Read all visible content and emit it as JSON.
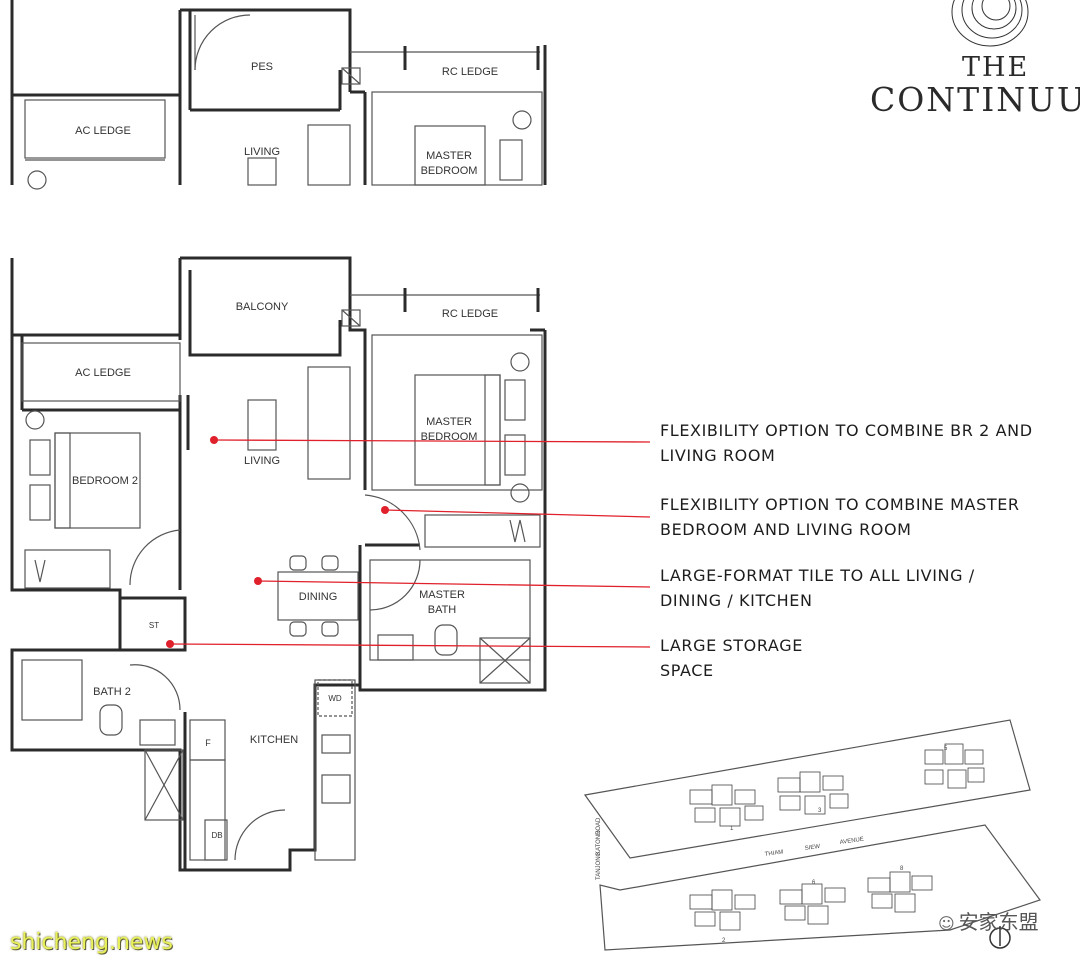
{
  "logo": {
    "line1": "THE",
    "line2": "CONTINUU"
  },
  "top_plan": {
    "rooms": [
      "PES",
      "RC LEDGE",
      "AC LEDGE",
      "LIVING",
      "MASTER",
      "BEDROOM"
    ]
  },
  "main_plan": {
    "rooms": {
      "balcony": "BALCONY",
      "rc_ledge": "RC LEDGE",
      "ac_ledge": "AC LEDGE",
      "master_bedroom_1": "MASTER",
      "master_bedroom_2": "BEDROOM",
      "living": "LIVING",
      "bedroom2": "BEDROOM 2",
      "dining": "DINING",
      "master_bath_1": "MASTER",
      "master_bath_2": "BATH",
      "st": "ST",
      "bath2": "BATH 2",
      "kitchen": "KITCHEN",
      "wd": "WD",
      "f": "F",
      "db": "DB"
    }
  },
  "callouts": [
    {
      "line1": "FLEXIBILITY OPTION TO COMBINE BR 2 AND",
      "line2": "LIVING ROOM"
    },
    {
      "line1": "FLEXIBILITY OPTION TO COMBINE MASTER",
      "line2": "BEDROOM AND LIVING ROOM"
    },
    {
      "line1": "LARGE-FORMAT TILE TO ALL LIVING /",
      "line2": "DINING / KITCHEN"
    },
    {
      "line1": "LARGE STORAGE",
      "line2": "SPACE"
    }
  ],
  "site_plan": {
    "roads": [
      "TANJONG",
      "KATONG",
      "ROAD",
      "THIAM",
      "SIEW",
      "AVENUE"
    ],
    "blocks": [
      "1",
      "3",
      "5",
      "2",
      "6",
      "8"
    ]
  },
  "colors": {
    "callout_line": "#e0202a",
    "watermark": "#e8f05a"
  },
  "watermark": "shicheng.news",
  "wechat_label": "安家东盟"
}
